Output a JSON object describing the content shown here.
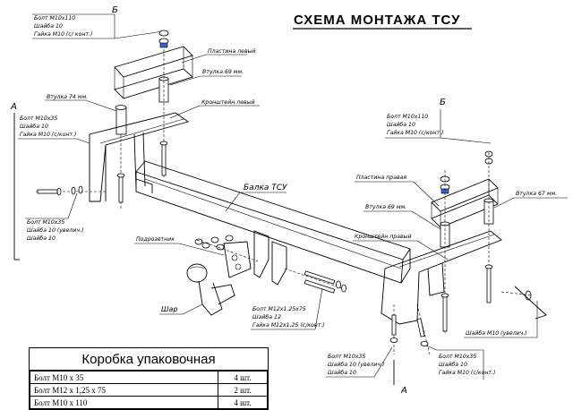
{
  "title": "СХЕМА МОНТАЖА ТСУ",
  "section_letters": {
    "b_top": "Б",
    "a_left": "А",
    "b_right": "Б",
    "a_bottom": "А"
  },
  "labels": {
    "top_left_fasteners": [
      "Болт М10х110",
      "Шайба 10",
      "Гайка М10 (с/ конт.)"
    ],
    "plate_left": "Пластина левый",
    "sleeve_69_left": "Втулка 69 мм.",
    "sleeve_74": "Втулка 74 мм.",
    "bracket_left": "Кронштейн левый",
    "left_mid_fasteners": [
      "Болт М10х35",
      "Шайба 10",
      "Гайка М10 (с/конт.)"
    ],
    "left_low_fasteners": [
      "Болт М10х35",
      "Шайба 10 (увелич.)",
      "Шайба 10"
    ],
    "beam": "Балка ТСУ",
    "socket_holder": "Подрозетник",
    "ball": "Шар",
    "center_fasteners": [
      "Болт М12х1,25х75",
      "Шайба 12",
      "Гайка М12х1,25 (с/конт.)"
    ],
    "right_top_fasteners": [
      "Болт М10х110",
      "Шайба 10",
      "Гайка М10 (с/конт.)"
    ],
    "plate_right": "Пластина правая",
    "sleeve_69_right": "Втулка 69 мм.",
    "sleeve_67": "Втулка 67 мм.",
    "bracket_right": "Кронштейн правый",
    "bottom_left_fasteners": [
      "Болт М10х35",
      "Шайба 10 (увелич.)",
      "Шайба 10"
    ],
    "bottom_right_fasteners": [
      "Болт М10х35",
      "Шайба 10",
      "Гайка М10 (с/конт.)"
    ],
    "washer_m10": "Шайба М10 (увелич.)"
  },
  "package_table": {
    "title": "Коробка упаковочная",
    "rows": [
      {
        "item": "Болт М10 х 35",
        "qty": "4 шт."
      },
      {
        "item": "Болт М12 х 1,25 х 75",
        "qty": "2 шт."
      },
      {
        "item": "Болт М10 х 110",
        "qty": "4 шт."
      }
    ]
  }
}
